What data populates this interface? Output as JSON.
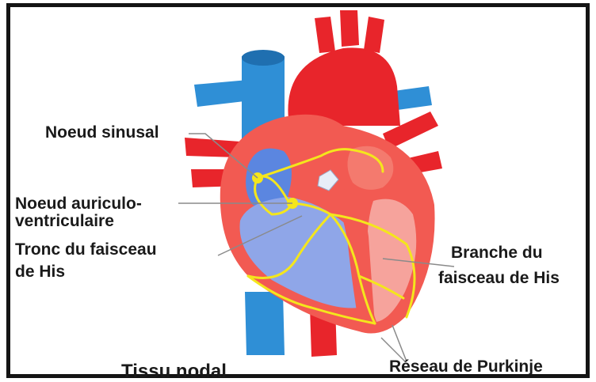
{
  "labels": {
    "sa_node": "Noeud sinusal",
    "av_node_line1": "Noeud auriculo-",
    "av_node_line2": "ventriculaire",
    "his_trunk_line1": "Tronc du faisceau",
    "his_trunk_line2": "de His",
    "his_branch_line1": "Branche du",
    "his_branch_line2": "faisceau de His",
    "purkinje": "Réseau de Purkinje",
    "caption": "Tissu nodal"
  },
  "colors": {
    "vein_blue": "#2f8fd6",
    "artery_red": "#e8252b",
    "myocardium": "#f25a52",
    "cavity_blue": "#8fa6e8",
    "nodal_yellow": "#f4e61c",
    "frame": "#141414"
  }
}
